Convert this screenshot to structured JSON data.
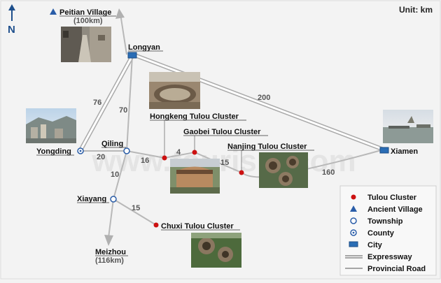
{
  "unit": "Unit: km",
  "north": "N",
  "places": {
    "peitian": "Peitian Village",
    "peitian_dist": "(100km)",
    "longyan": "Longyan",
    "hongkeng": "Hongkeng Tulou Cluster",
    "gaobei": "Gaobei Tulou Cluster",
    "nanjing": "Nanjing Tulou Cluster",
    "xiamen": "Xiamen",
    "yongding": "Yongding",
    "qiling": "Qiling",
    "xiayang": "Xiayang",
    "chuxi": "Chuxi Tulou Cluster",
    "meizhou": "Meizhou",
    "meizhou_dist": "(116km)"
  },
  "distances": {
    "longyan_yongding": "76",
    "longyan_qiling": "70",
    "longyan_xiamen": "200",
    "yongding_qiling": "20",
    "qiling_hongkeng": "16",
    "hongkeng_gaobei": "4",
    "gaobei_nanjing": "15",
    "nanjing_xiamen": "160",
    "qiling_xiayang": "10",
    "xiayang_chuxi": "15"
  },
  "legend": {
    "tulou": "Tulou Cluster",
    "ancient": "Ancient Village",
    "township": "Township",
    "county": "County",
    "city": "City",
    "expressway": "Expressway",
    "provincial": "Provincial Road"
  },
  "watermark": "www.tourism.com",
  "colors": {
    "tulou": "#cc1111",
    "ancient": "#2a5da8",
    "township": "#2a5da8",
    "city": "#2a6db5",
    "road": "#b8b8b8"
  }
}
